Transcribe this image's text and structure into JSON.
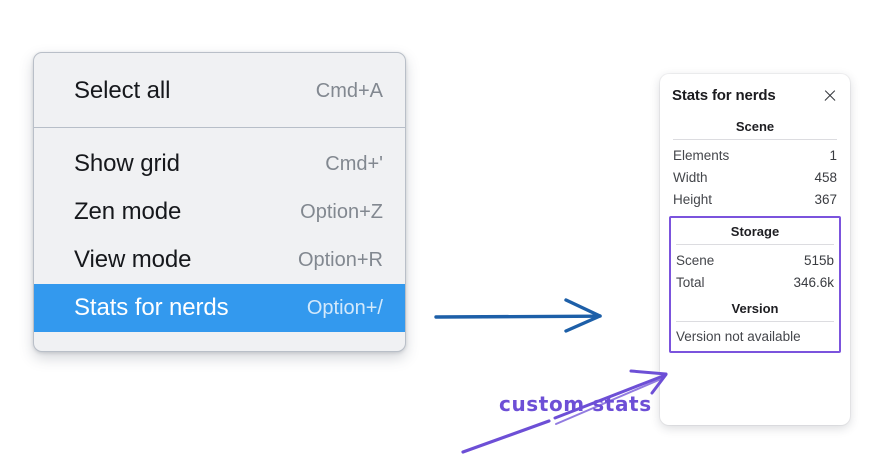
{
  "menu": {
    "groups": [
      {
        "name": "selection-group",
        "items": [
          {
            "label": "Select all",
            "shortcut": "Cmd+A",
            "selected": false
          }
        ]
      },
      {
        "name": "view-group",
        "items": [
          {
            "label": "Show grid",
            "shortcut": "Cmd+'",
            "selected": false
          },
          {
            "label": "Zen mode",
            "shortcut": "Option+Z",
            "selected": false
          },
          {
            "label": "View mode",
            "shortcut": "Option+R",
            "selected": false
          },
          {
            "label": "Stats for nerds",
            "shortcut": "Option+/",
            "selected": true
          }
        ]
      }
    ],
    "highlight_color": "#3399ee",
    "background_color": "#f0f1f3"
  },
  "stats_panel": {
    "title": "Stats for nerds",
    "close_icon": "close-icon",
    "sections": [
      {
        "title": "Scene",
        "rows": [
          {
            "label": "Elements",
            "value": "1"
          },
          {
            "label": "Width",
            "value": "458"
          },
          {
            "label": "Height",
            "value": "367"
          }
        ]
      },
      {
        "title": "Storage",
        "rows": [
          {
            "label": "Scene",
            "value": "515b"
          },
          {
            "label": "Total",
            "value": "346.6k"
          }
        ]
      },
      {
        "title": "Version",
        "note": "Version not available"
      }
    ],
    "highlight_border_color": "#7b53dd"
  },
  "annotations": {
    "label": "custom stats",
    "label_color": "#6d4fd6",
    "arrow_blue_color": "#1d5fa8",
    "arrow_purple_color": "#6d4fd6"
  }
}
